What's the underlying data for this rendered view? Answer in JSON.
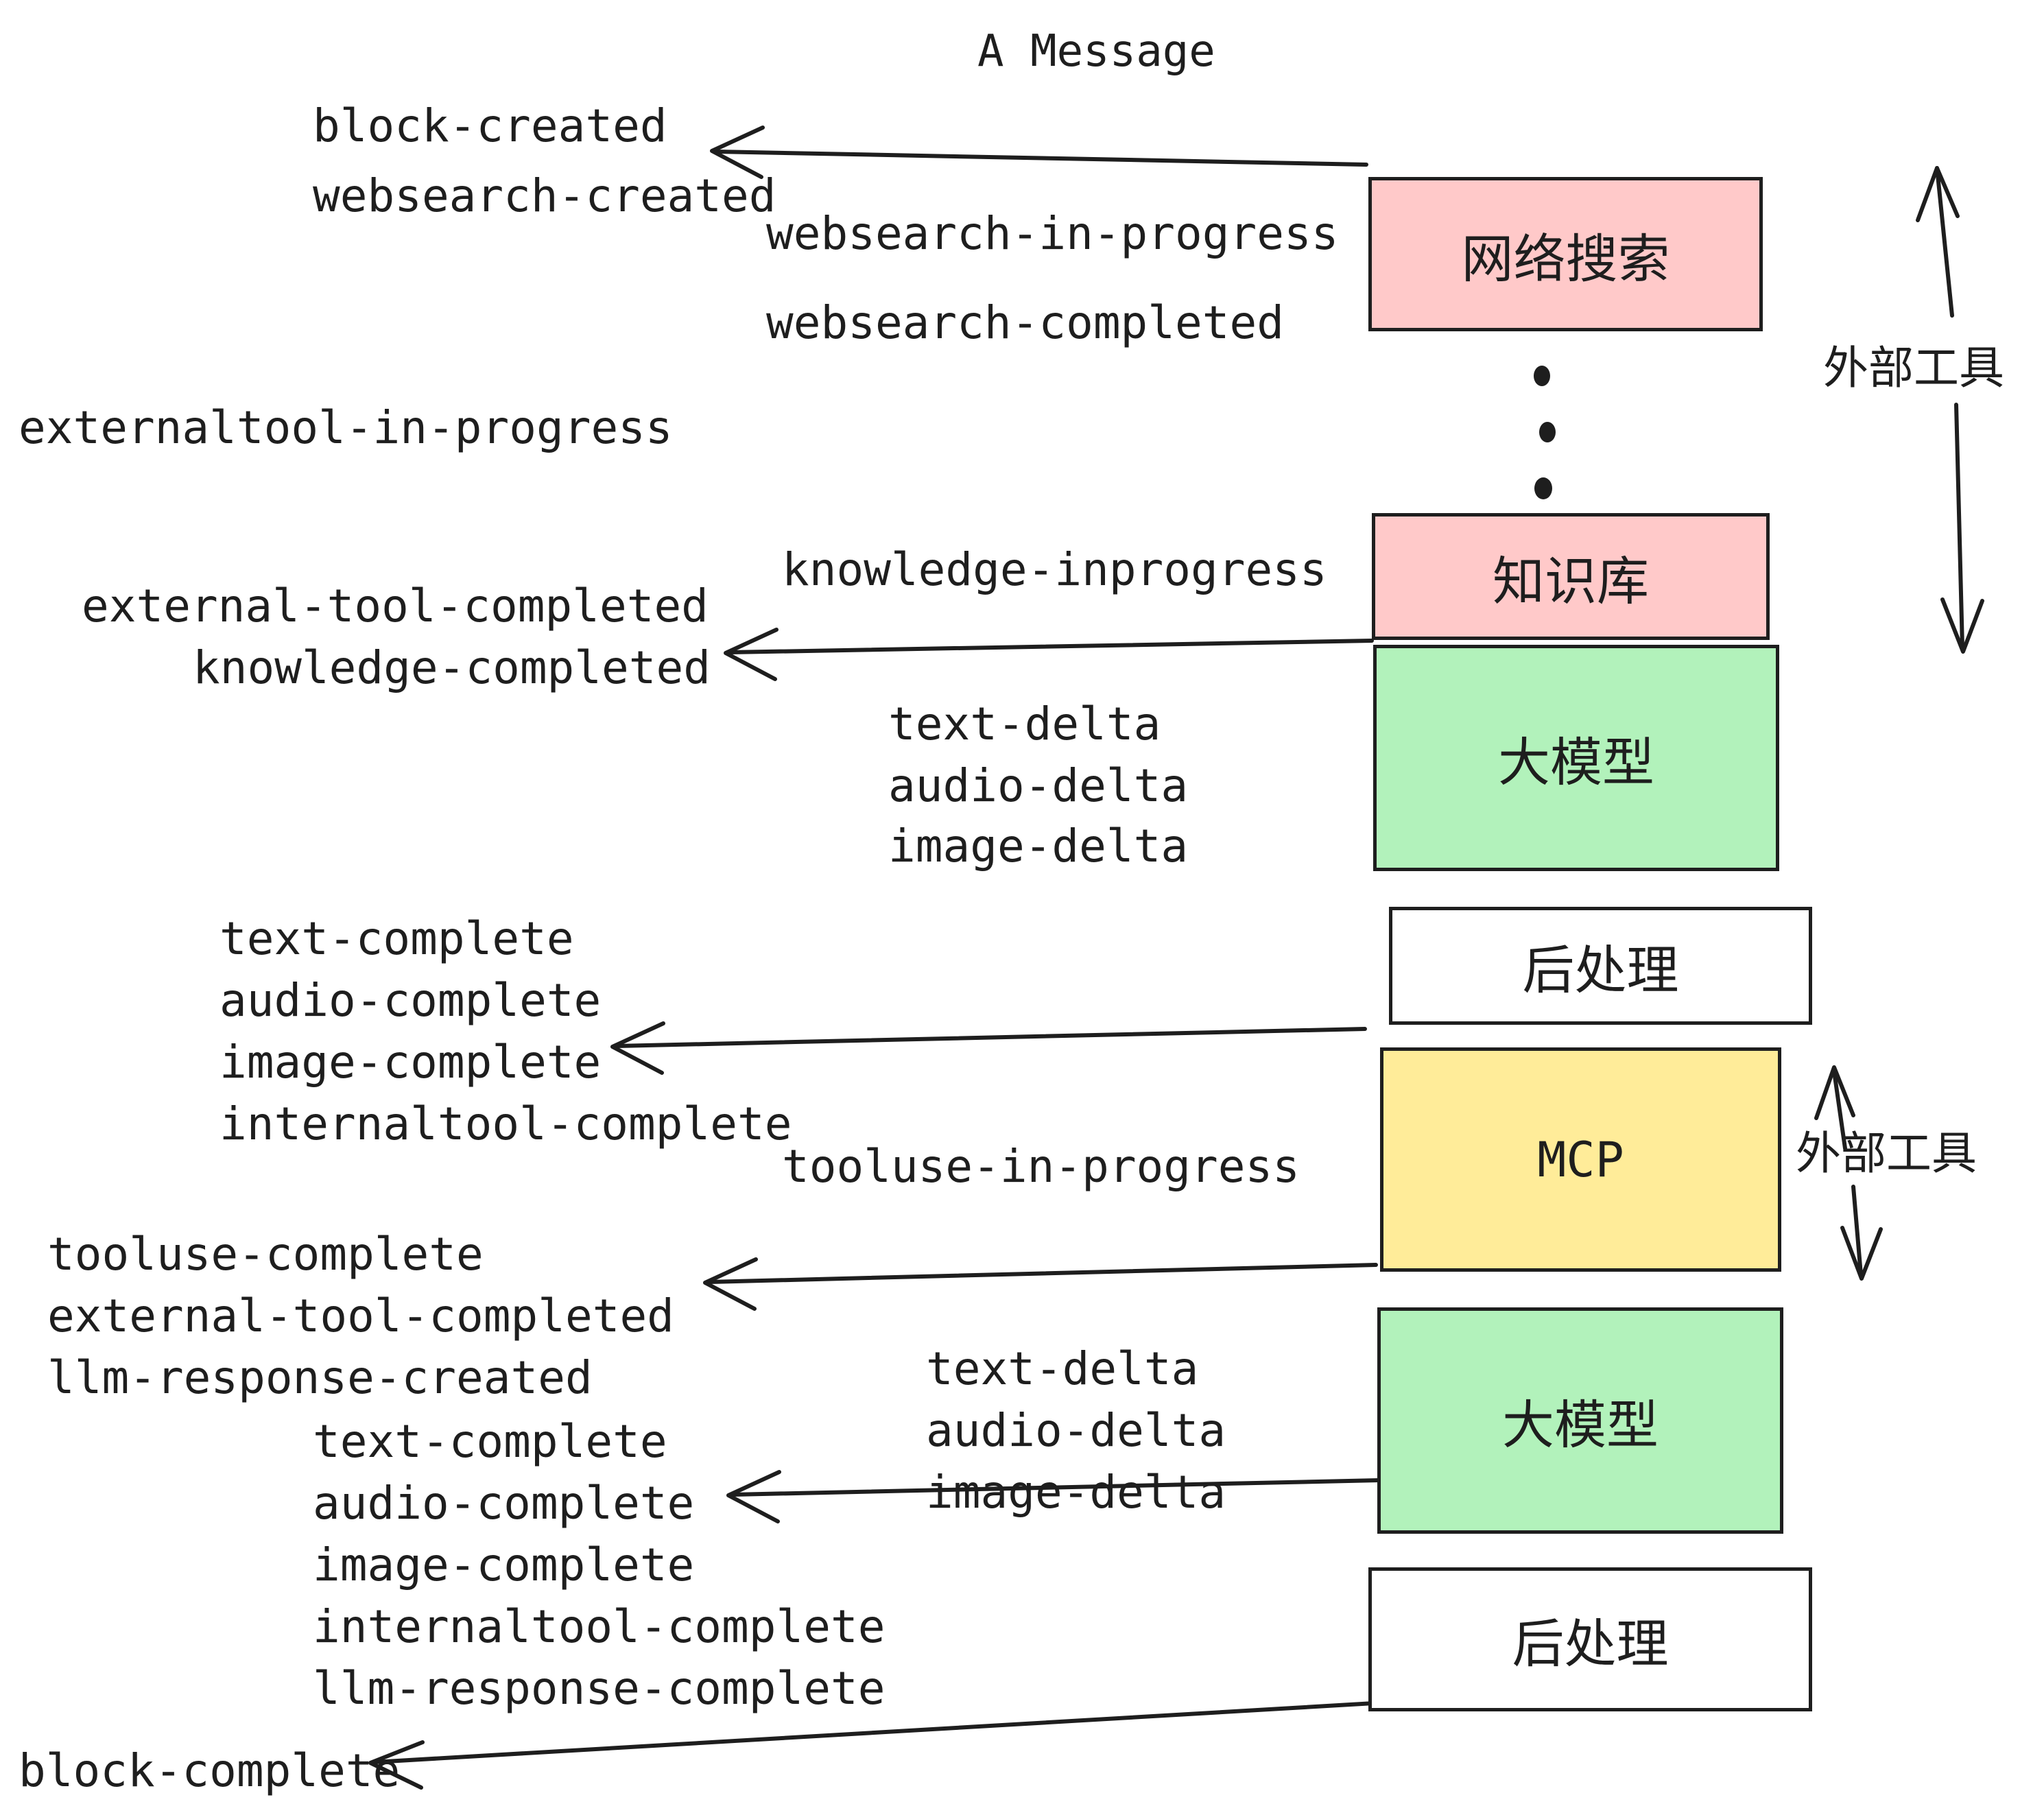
{
  "title": "A Message",
  "colors": {
    "stroke": "#1e1e1e",
    "pink": "#ffc9c9",
    "green": "#b2f2bb",
    "yellow": "#ffec99",
    "white": "#ffffff"
  },
  "boxes": [
    {
      "label": "网络搜索",
      "color": "#ffc9c9"
    },
    {
      "label": "知识库",
      "color": "#ffc9c9"
    },
    {
      "label": "大模型",
      "color": "#b2f2bb"
    },
    {
      "label": "后处理",
      "color": "#ffffff"
    },
    {
      "label": "MCP",
      "color": "#ffec99"
    },
    {
      "label": "大模型",
      "color": "#b2f2bb"
    },
    {
      "label": "后处理",
      "color": "#ffffff"
    }
  ],
  "side_labels": [
    {
      "label": "外部工具"
    },
    {
      "label": "外部工具"
    }
  ],
  "events": {
    "block_created": "block-created",
    "websearch_created": "websearch-created",
    "websearch_in_progress": "websearch-in-progress",
    "websearch_completed": "websearch-completed",
    "externaltool_in_progress": "externaltool-in-progress",
    "knowledge_inprogress": "knowledge-inprogress",
    "external_tool_completed_1": "external-tool-completed",
    "knowledge_completed": "knowledge-completed",
    "text_delta_1": "text-delta",
    "audio_delta_1": "audio-delta",
    "image_delta_1": "image-delta",
    "text_complete_1": "text-complete",
    "audio_complete_1": "audio-complete",
    "image_complete_1": "image-complete",
    "internaltool_complete_1": "internaltool-complete",
    "tooluse_in_progress": "tooluse-in-progress",
    "tooluse_complete": "tooluse-complete",
    "external_tool_completed_2": "external-tool-completed",
    "llm_response_created": "llm-response-created",
    "text_complete_2": "text-complete",
    "audio_complete_2": "audio-complete",
    "image_complete_2": "image-complete",
    "internaltool_complete_2": "internaltool-complete",
    "llm_response_complete": "llm-response-complete",
    "block_complete": "block-complete"
  }
}
